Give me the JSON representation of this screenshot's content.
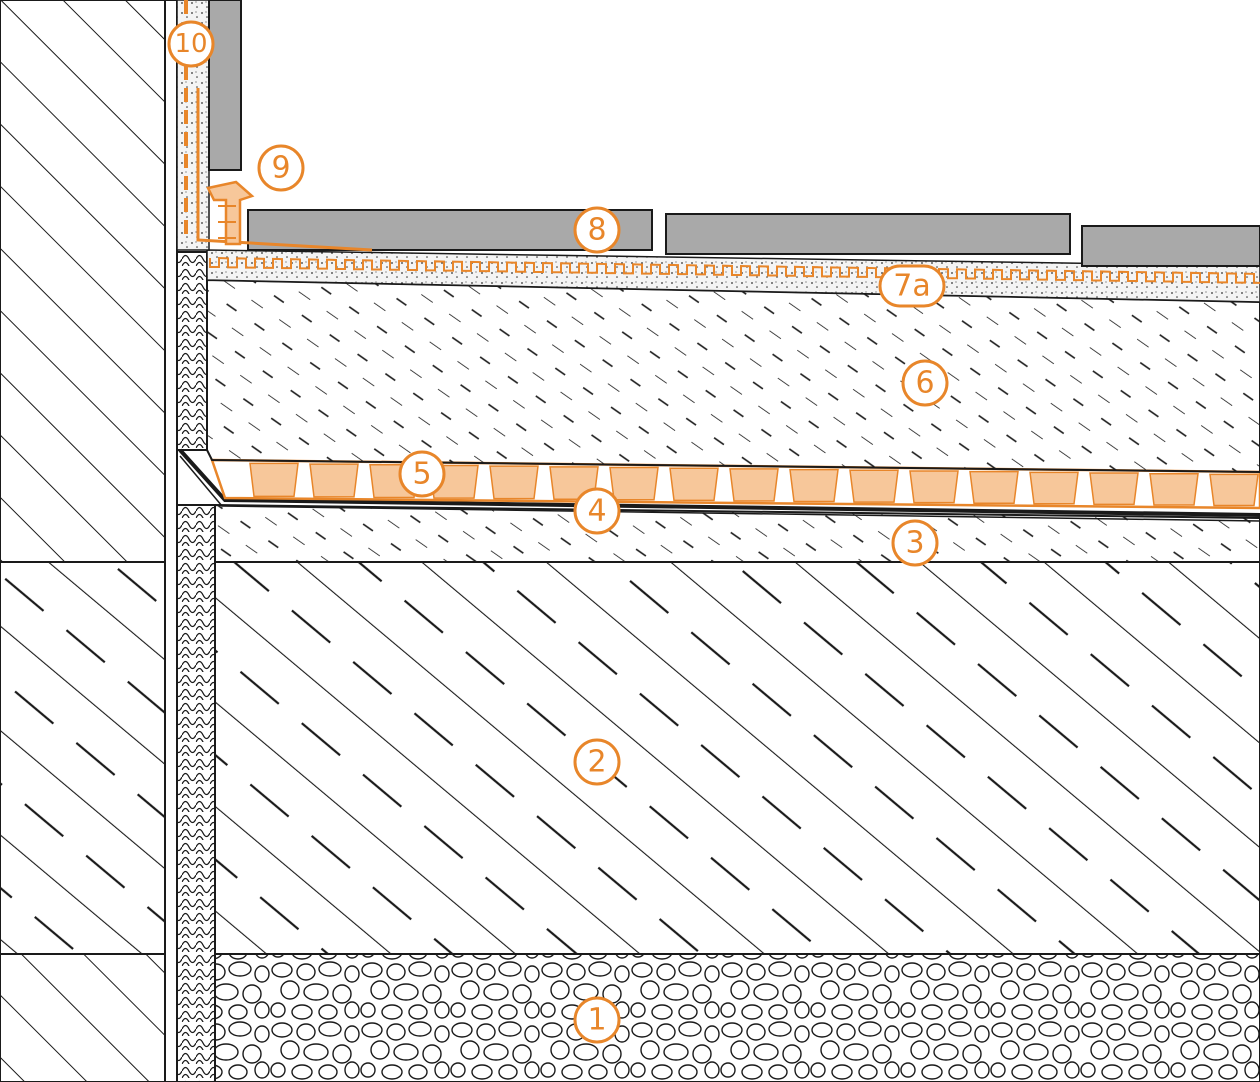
{
  "colors": {
    "accent_orange": "#e8862a",
    "light_orange": "#f7c79a",
    "tile_gray": "#a9a9a9",
    "line": "#1a1a1a",
    "screed_fill": "#f4f4f4"
  },
  "callouts": [
    {
      "id": "1",
      "label": "1"
    },
    {
      "id": "2",
      "label": "2"
    },
    {
      "id": "3",
      "label": "3"
    },
    {
      "id": "4",
      "label": "4"
    },
    {
      "id": "5",
      "label": "5"
    },
    {
      "id": "6",
      "label": "6"
    },
    {
      "id": "7a",
      "label": "7a"
    },
    {
      "id": "8",
      "label": "8"
    },
    {
      "id": "9",
      "label": "9"
    },
    {
      "id": "10",
      "label": "10"
    }
  ]
}
